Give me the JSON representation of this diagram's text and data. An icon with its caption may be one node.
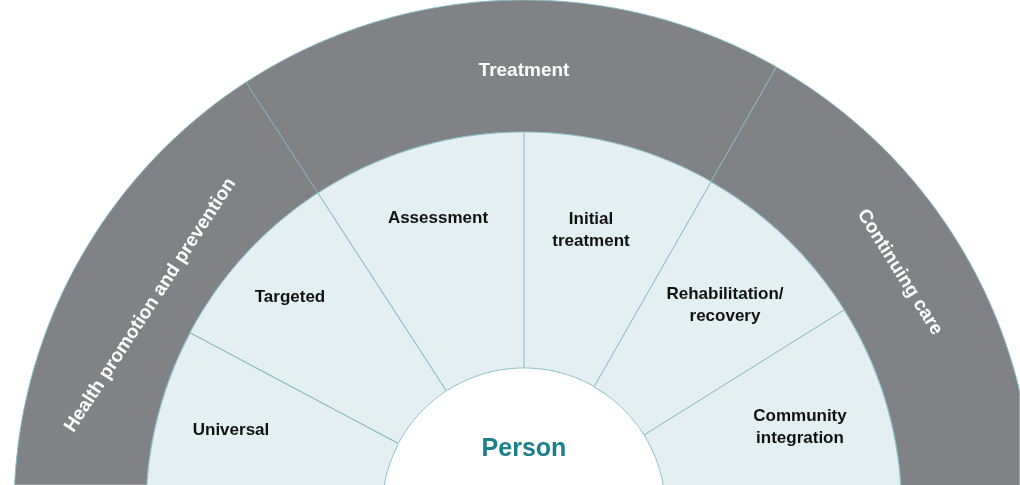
{
  "diagram": {
    "nodes": [
      {
        "text": [
          "Health promotion and prevention"
        ]
      },
      {
        "text": [
          "Treatment"
        ]
      },
      {
        "text": [
          "Continuing care"
        ]
      },
      {
        "text": [
          "Universal"
        ]
      },
      {
        "text": [
          "Targeted"
        ]
      },
      {
        "text": [
          "Assessment"
        ]
      },
      {
        "text": [
          "Initial treatment"
        ]
      },
      {
        "text": [
          "Rehabilitation/ recovery"
        ]
      },
      {
        "text": [
          "Community integration"
        ]
      },
      {
        "text": [
          "Person"
        ]
      }
    ]
  }
}
